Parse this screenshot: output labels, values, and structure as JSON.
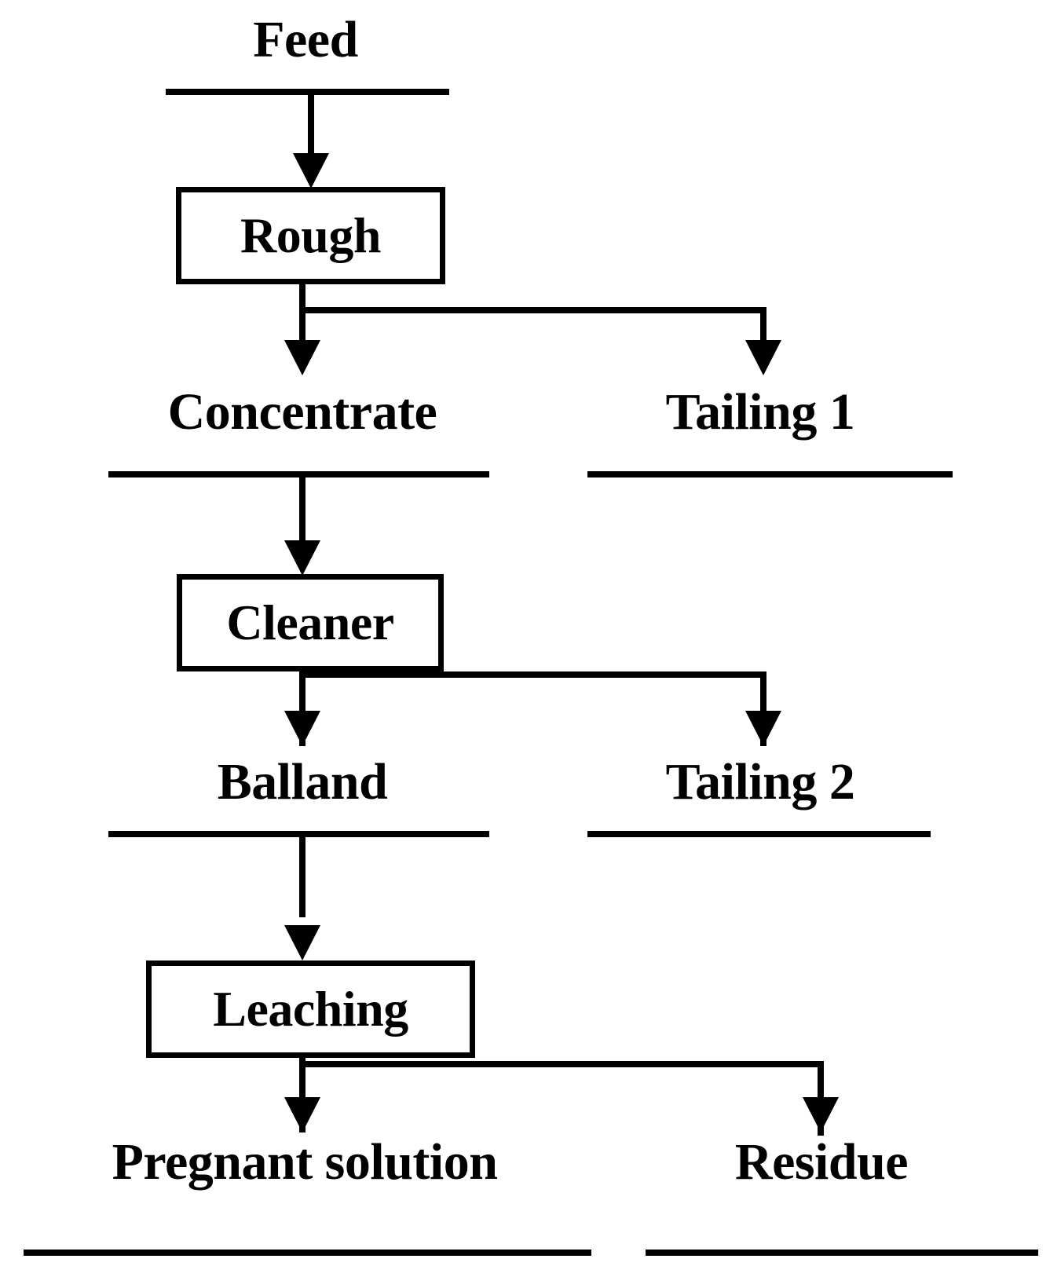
{
  "diagram": {
    "title": "Mineral beneficiation and leaching flowsheet",
    "type": "process-flowchart",
    "background_color": "#ffffff",
    "line_color": "#000000",
    "streams": [
      {
        "id": "feed",
        "label": "Feed"
      },
      {
        "id": "concentrate",
        "label": "Concentrate"
      },
      {
        "id": "tailing-1",
        "label": "Tailing 1"
      },
      {
        "id": "balland",
        "label": "Balland"
      },
      {
        "id": "tailing-2",
        "label": "Tailing 2"
      },
      {
        "id": "pregnant-solution",
        "label": "Pregnant solution"
      },
      {
        "id": "residue",
        "label": "Residue"
      }
    ],
    "processes": [
      {
        "id": "rough",
        "label": "Rough"
      },
      {
        "id": "cleaner",
        "label": "Cleaner"
      },
      {
        "id": "leaching",
        "label": "Leaching"
      }
    ],
    "connections": [
      {
        "from": "feed",
        "to": "rough"
      },
      {
        "from": "rough",
        "to": "concentrate"
      },
      {
        "from": "rough",
        "to": "tailing-1"
      },
      {
        "from": "concentrate",
        "to": "cleaner"
      },
      {
        "from": "cleaner",
        "to": "balland"
      },
      {
        "from": "cleaner",
        "to": "tailing-2"
      },
      {
        "from": "balland",
        "to": "leaching"
      },
      {
        "from": "leaching",
        "to": "pregnant-solution"
      },
      {
        "from": "leaching",
        "to": "residue"
      }
    ]
  }
}
